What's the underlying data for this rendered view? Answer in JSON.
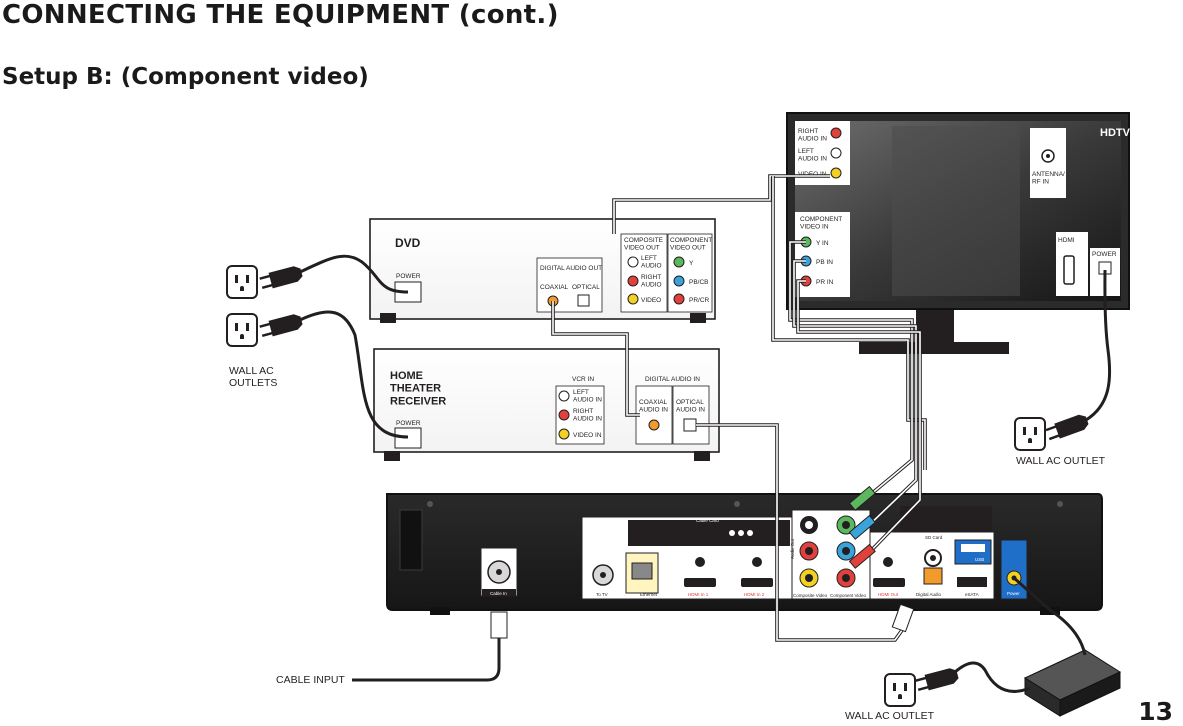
{
  "page": {
    "title": "CONNECTING THE EQUIPMENT (cont.)",
    "subtitle": "Setup B: (Component video)",
    "page_number": "13"
  },
  "hdtv": {
    "name": "HDTV",
    "right_audio": "RIGHT\nAUDIO IN",
    "left_audio": "LEFT\nAUDIO IN",
    "video_in": "VIDEO IN",
    "antenna": "ANTENNA/\nRF IN",
    "component": "COMPONENT\nVIDEO IN",
    "y_in": "Y IN",
    "pb_in": "PB IN",
    "pr_in": "PR IN",
    "hdmi": "HDMI",
    "power": "POWER"
  },
  "dvd": {
    "name": "DVD",
    "power": "POWER",
    "digital_audio_out": "DIGITAL AUDIO OUT",
    "coaxial": "COAXIAL",
    "optical": "OPTICAL",
    "composite": "COMPOSITE\nVIDEO OUT",
    "left_audio": "LEFT\nAUDIO",
    "right_audio": "RIGHT\nAUDIO",
    "video": "VIDEO",
    "component": "COMPONENT\nVIDEO OUT",
    "y": "Y",
    "pb": "PB/CB",
    "pr": "PR/CR"
  },
  "receiver": {
    "name": "HOME\nTHEATER\nRECEIVER",
    "power": "POWER",
    "vcr_in": "VCR IN",
    "left_audio": "LEFT\nAUDIO IN",
    "right_audio": "RIGHT\nAUDIO IN",
    "video_in": "VIDEO IN",
    "digital_audio_in": "DIGITAL AUDIO IN",
    "coaxial_in": "COAXIAL\nAUDIO IN",
    "optical_in": "OPTICAL\nAUDIO IN"
  },
  "labels": {
    "wall_ac_outlets": "WALL AC\nOUTLETS",
    "wall_ac_outlet_tv": "WALL AC OUTLET",
    "wall_ac_outlet_bottom": "WALL AC OUTLET",
    "cable_input": "CABLE INPUT"
  },
  "tivo": {
    "cable_card": "Cable Card",
    "sd_card": "SD Card",
    "cable_in": "Cable In",
    "to_tv": "To TV",
    "ethernet": "Ethernet",
    "hdmi1": "HDMI In 1",
    "hdmi2": "HDMI In 2",
    "composite": "Composite Video",
    "component": "Component Video",
    "hdmi_out": "HDMI Out",
    "digital_audio": "Digital Audio",
    "usb": "USB",
    "esata": "eSATA",
    "power": "Power",
    "audio_out": "Audio Out"
  },
  "colors": {
    "ink": "#231f20",
    "green": "#5cb85c",
    "blue": "#3aa3dc",
    "red": "#e0413c",
    "yellow": "#f2d024",
    "orange": "#f39a2d",
    "cable_gray": "#9a9a9a"
  }
}
